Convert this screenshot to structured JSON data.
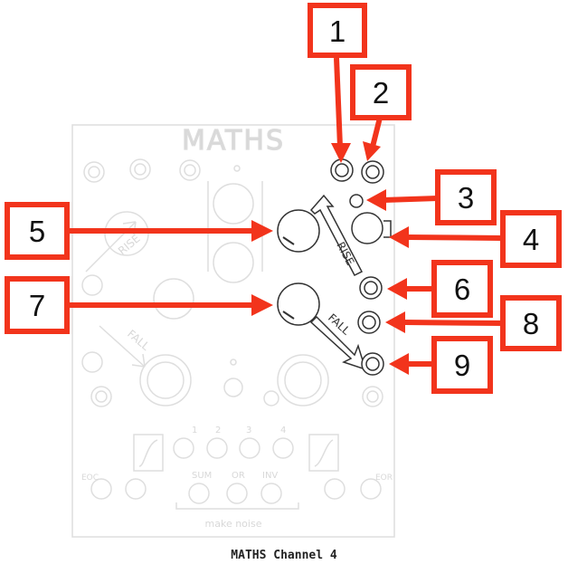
{
  "caption": "MATHS Channel 4",
  "panel": {
    "logo": "MATHS",
    "labels": {
      "rise": "RISE",
      "fall": "FALL",
      "rise_left": "RISE",
      "fall_left": "FALL",
      "ch1": "1",
      "ch2": "2",
      "ch3": "3",
      "ch4": "4",
      "sum": "SUM",
      "or": "OR",
      "inv": "INV",
      "eoc": "EOC",
      "eor": "EOR",
      "maker": "make noise"
    }
  },
  "callouts": [
    "1",
    "2",
    "3",
    "4",
    "5",
    "6",
    "7",
    "8",
    "9"
  ],
  "colors": {
    "arrow": "#f2341c",
    "box_border": "#f2341c",
    "panel_line": "#dedede",
    "panel_line_dark": "#333333"
  }
}
